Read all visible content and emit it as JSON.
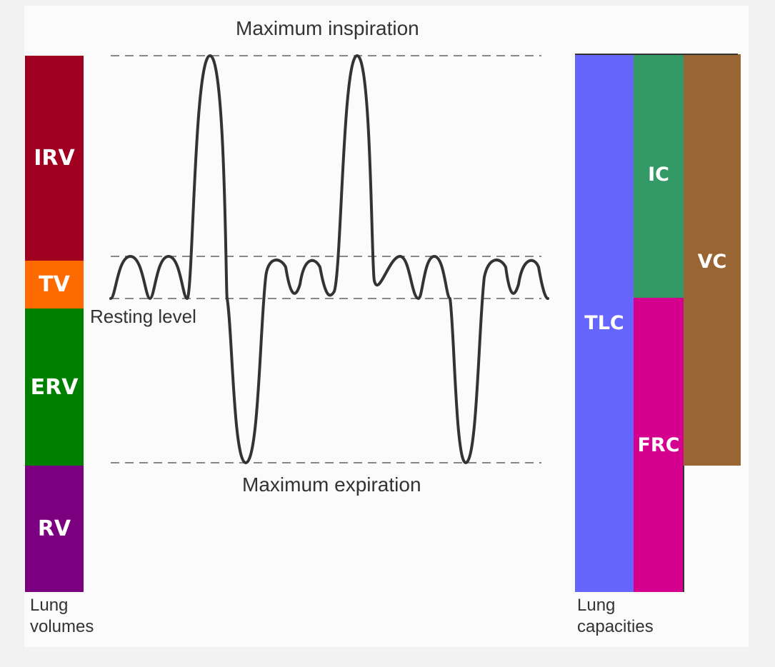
{
  "labels": {
    "max_inspiration": "Maximum inspiration",
    "max_expiration": "Maximum expiration",
    "resting_level": "Resting level"
  },
  "volumes": {
    "caption_line1": "Lung",
    "caption_line2": "volumes",
    "items": [
      {
        "name": "IRV",
        "color": "#a0001f"
      },
      {
        "name": "TV",
        "color": "#ff6a00"
      },
      {
        "name": "ERV",
        "color": "#008000"
      },
      {
        "name": "RV",
        "color": "#7a0080"
      }
    ]
  },
  "capacities": {
    "caption_line1": "Lung",
    "caption_line2": "capacities",
    "items": [
      {
        "name": "TLC",
        "color": "#6666ff"
      },
      {
        "name": "IC",
        "color": "#339966"
      },
      {
        "name": "FRC",
        "color": "#d6008f"
      },
      {
        "name": "VC",
        "color": "#996633"
      }
    ]
  },
  "trace_color": "#333333",
  "guide_color": "#888888"
}
